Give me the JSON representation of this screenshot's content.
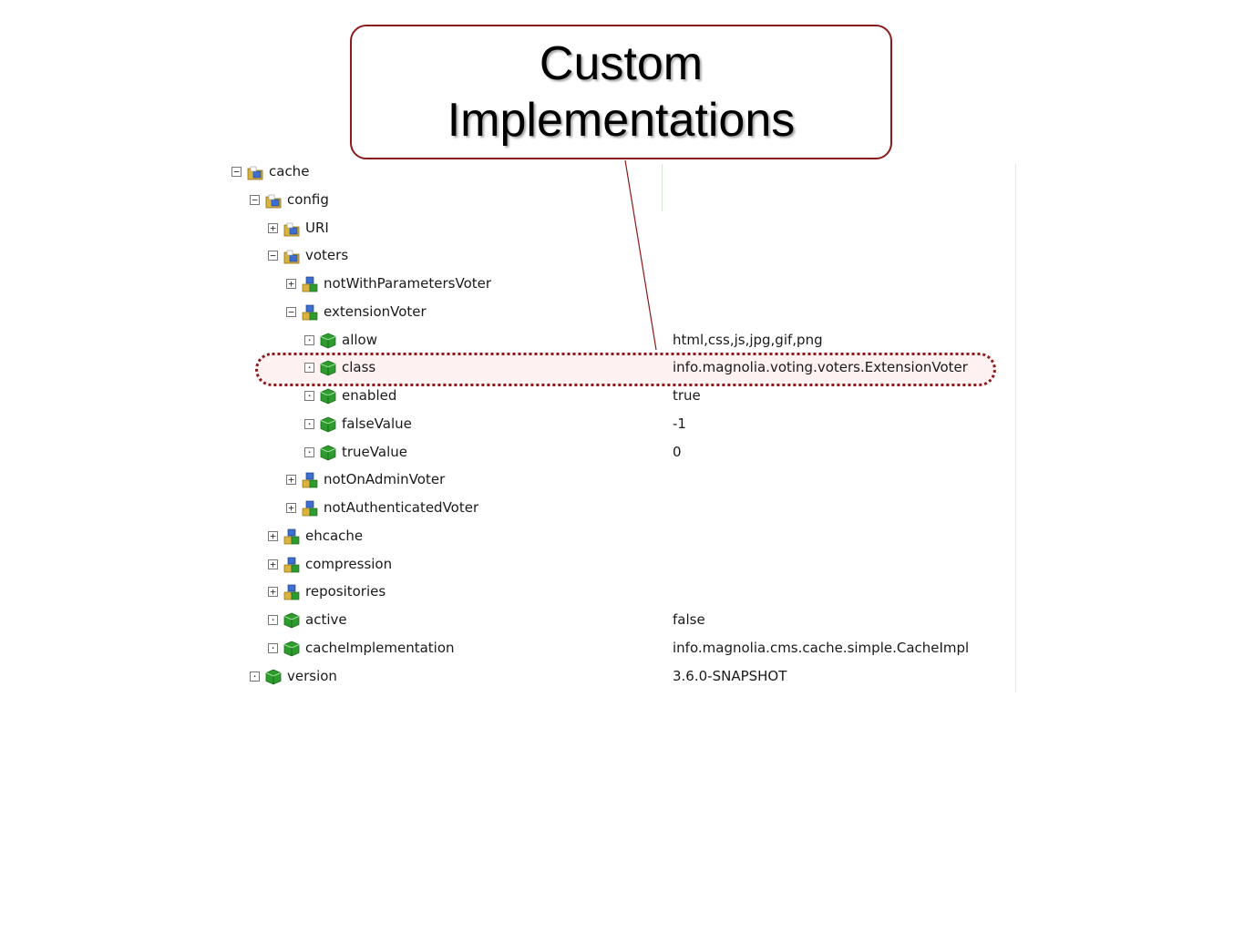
{
  "callout": {
    "line1": "Custom",
    "line2": "Implementations"
  },
  "tree": [
    {
      "label": "cache",
      "value": "",
      "toggle": "minus",
      "icon": "folder-icon",
      "depth": 0
    },
    {
      "label": "config",
      "value": "",
      "toggle": "minus",
      "icon": "folder-icon",
      "depth": 1
    },
    {
      "label": "URI",
      "value": "",
      "toggle": "plus",
      "icon": "folder-icon",
      "depth": 2
    },
    {
      "label": "voters",
      "value": "",
      "toggle": "minus",
      "icon": "folder-icon",
      "depth": 2
    },
    {
      "label": "notWithParametersVoter",
      "value": "",
      "toggle": "plus",
      "icon": "content-node-icon",
      "depth": 3
    },
    {
      "label": "extensionVoter",
      "value": "",
      "toggle": "minus",
      "icon": "content-node-icon",
      "depth": 3
    },
    {
      "label": "allow",
      "value": "html,css,js,jpg,gif,png",
      "toggle": "leaf",
      "icon": "property-cube-icon",
      "depth": 4
    },
    {
      "label": "class",
      "value": "info.magnolia.voting.voters.ExtensionVoter",
      "toggle": "leaf",
      "icon": "property-cube-icon",
      "depth": 4
    },
    {
      "label": "enabled",
      "value": "true",
      "toggle": "leaf",
      "icon": "property-cube-icon",
      "depth": 4
    },
    {
      "label": "falseValue",
      "value": "-1",
      "toggle": "leaf",
      "icon": "property-cube-icon",
      "depth": 4
    },
    {
      "label": "trueValue",
      "value": "0",
      "toggle": "leaf",
      "icon": "property-cube-icon",
      "depth": 4
    },
    {
      "label": "notOnAdminVoter",
      "value": "",
      "toggle": "plus",
      "icon": "content-node-icon",
      "depth": 3
    },
    {
      "label": "notAuthenticatedVoter",
      "value": "",
      "toggle": "plus",
      "icon": "content-node-icon",
      "depth": 3
    },
    {
      "label": "ehcache",
      "value": "",
      "toggle": "plus",
      "icon": "content-node-icon",
      "depth": 2
    },
    {
      "label": "compression",
      "value": "",
      "toggle": "plus",
      "icon": "content-node-icon",
      "depth": 2
    },
    {
      "label": "repositories",
      "value": "",
      "toggle": "plus",
      "icon": "content-node-icon",
      "depth": 2
    },
    {
      "label": "active",
      "value": "false",
      "toggle": "leaf",
      "icon": "property-cube-icon",
      "depth": 2
    },
    {
      "label": "cacheImplementation",
      "value": "info.magnolia.cms.cache.simple.CacheImpl",
      "toggle": "leaf",
      "icon": "property-cube-icon",
      "depth": 2
    },
    {
      "label": "version",
      "value": "3.6.0-SNAPSHOT",
      "toggle": "leaf",
      "icon": "property-cube-icon",
      "depth": 1
    }
  ],
  "highlighted_row": "class",
  "colors": {
    "callout_border": "#8b1a1a",
    "highlight_border": "#8b1a1a",
    "folder": "#d9b340",
    "node_blue": "#3d6fd1",
    "cube_green": "#2e9b2e"
  }
}
